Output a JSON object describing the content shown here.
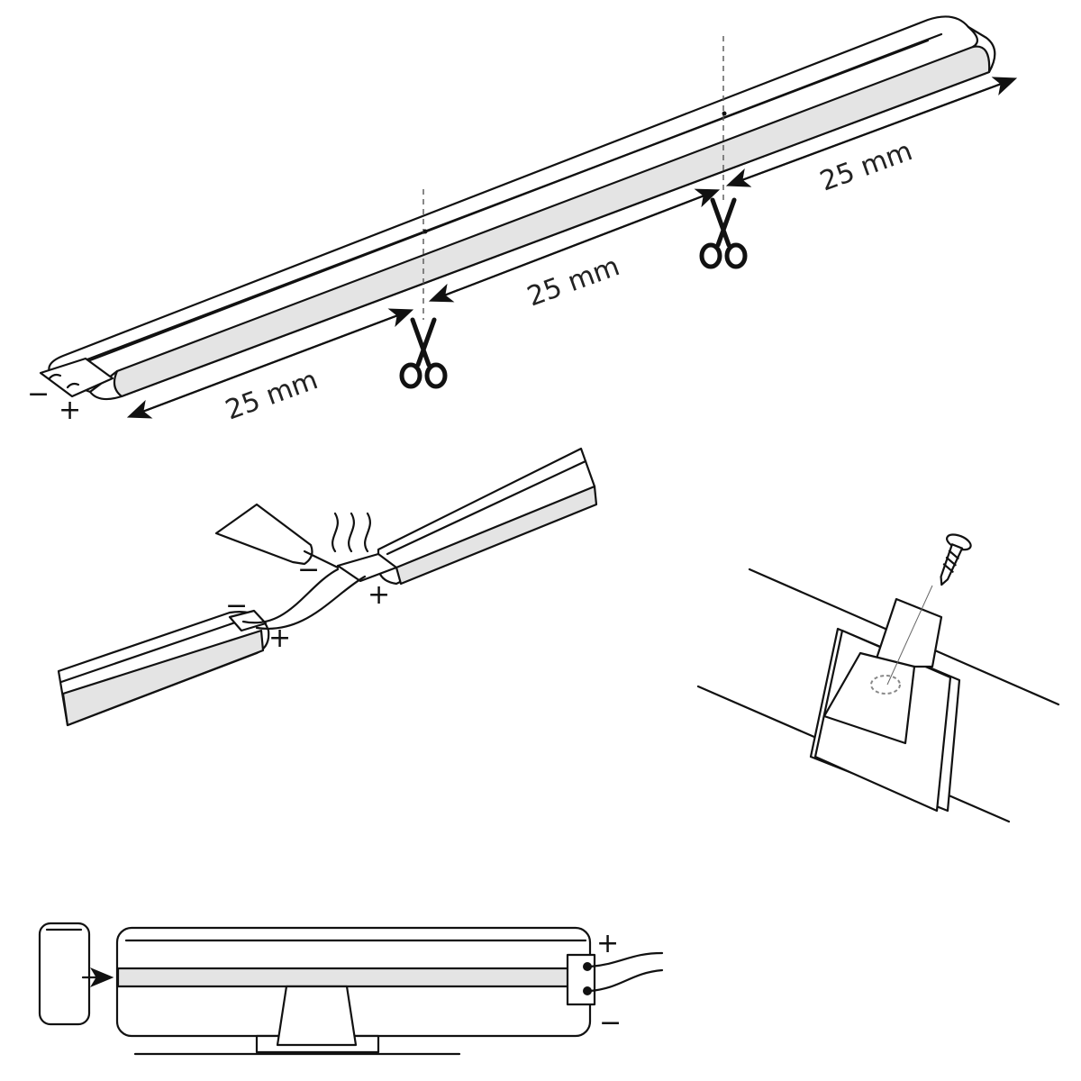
{
  "dimensions": [
    {
      "label": "25 mm"
    },
    {
      "label": "25 mm"
    },
    {
      "label": "25 mm"
    }
  ],
  "polarity": {
    "minus": "−",
    "plus": "+"
  },
  "icons": [
    "scissors-icon",
    "scissors-icon",
    "soldering-iron-icon",
    "screw-icon",
    "mounting-clip-icon",
    "end-cap-icon"
  ],
  "colors": {
    "line": "#111111",
    "strip_band": "#e4e4e4",
    "background": "#ffffff"
  }
}
